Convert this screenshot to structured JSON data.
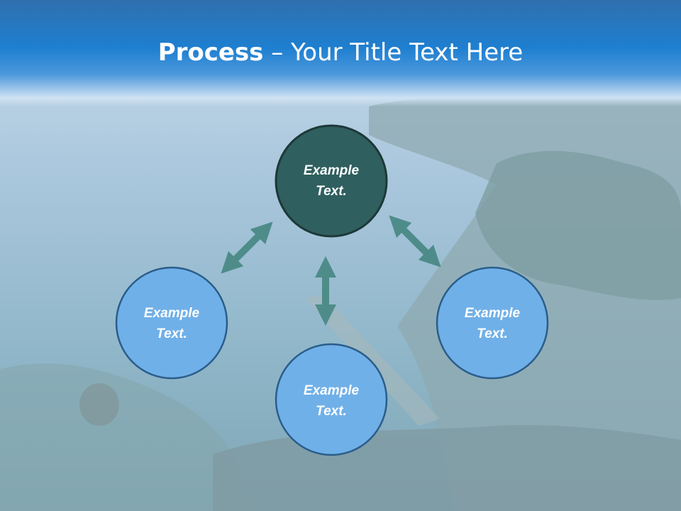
{
  "slide": {
    "title_bold": "Process",
    "title_rest": " – Your Title Text Here"
  },
  "diagram": {
    "center": {
      "line1": "Example",
      "line2": "Text."
    },
    "left": {
      "line1": "Example",
      "line2": "Text."
    },
    "right": {
      "line1": "Example",
      "line2": "Text."
    },
    "bottom": {
      "line1": "Example",
      "line2": "Text."
    }
  },
  "colors": {
    "header_blue": "#1e7fd0",
    "center_circle": "#2f5f5e",
    "outer_circle": "#70b0e8",
    "circle_stroke": "#2a5d8a",
    "arrow": "#4e8c8a"
  }
}
